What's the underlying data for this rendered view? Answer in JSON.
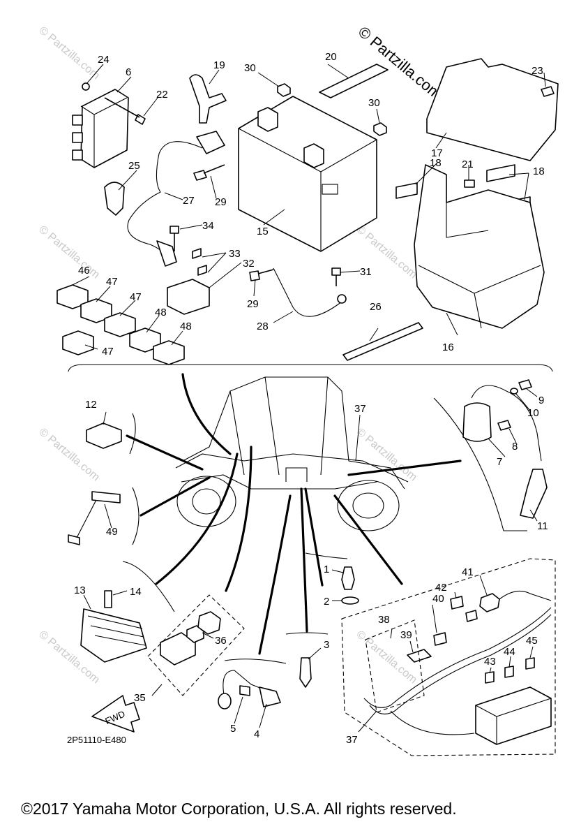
{
  "watermark": {
    "brand": "© Partzilla.com",
    "tile": "© Partzilla.com"
  },
  "diagram_code": "2P51110-E480",
  "arrow_label": "FWD",
  "copyright": "©2017 Yamaha Motor Corporation, U.S.A. All rights reserved.",
  "callouts": {
    "c1": "1",
    "c2": "2",
    "c3": "3",
    "c4": "4",
    "c5": "5",
    "c6": "6",
    "c7": "7",
    "c8": "8",
    "c9": "9",
    "c10": "10",
    "c11": "11",
    "c12": "12",
    "c13": "13",
    "c14": "14",
    "c15": "15",
    "c16": "16",
    "c17": "17",
    "c18a": "18",
    "c18b": "18",
    "c19": "19",
    "c20": "20",
    "c21": "21",
    "c22": "22",
    "c23": "23",
    "c24": "24",
    "c25": "25",
    "c26": "26",
    "c27": "27",
    "c28": "28",
    "c29a": "29",
    "c29b": "29",
    "c30a": "30",
    "c30b": "30",
    "c31": "31",
    "c32": "32",
    "c33": "33",
    "c34": "34",
    "c35": "35",
    "c36": "36",
    "c37a": "37",
    "c37b": "37",
    "c38": "38",
    "c39": "39",
    "c40": "40",
    "c41": "41",
    "c42": "42",
    "c43": "43",
    "c44": "44",
    "c45": "45",
    "c46": "46",
    "c47a": "47",
    "c47b": "47",
    "c47c": "47",
    "c48a": "48",
    "c48b": "48",
    "c49": "49"
  }
}
